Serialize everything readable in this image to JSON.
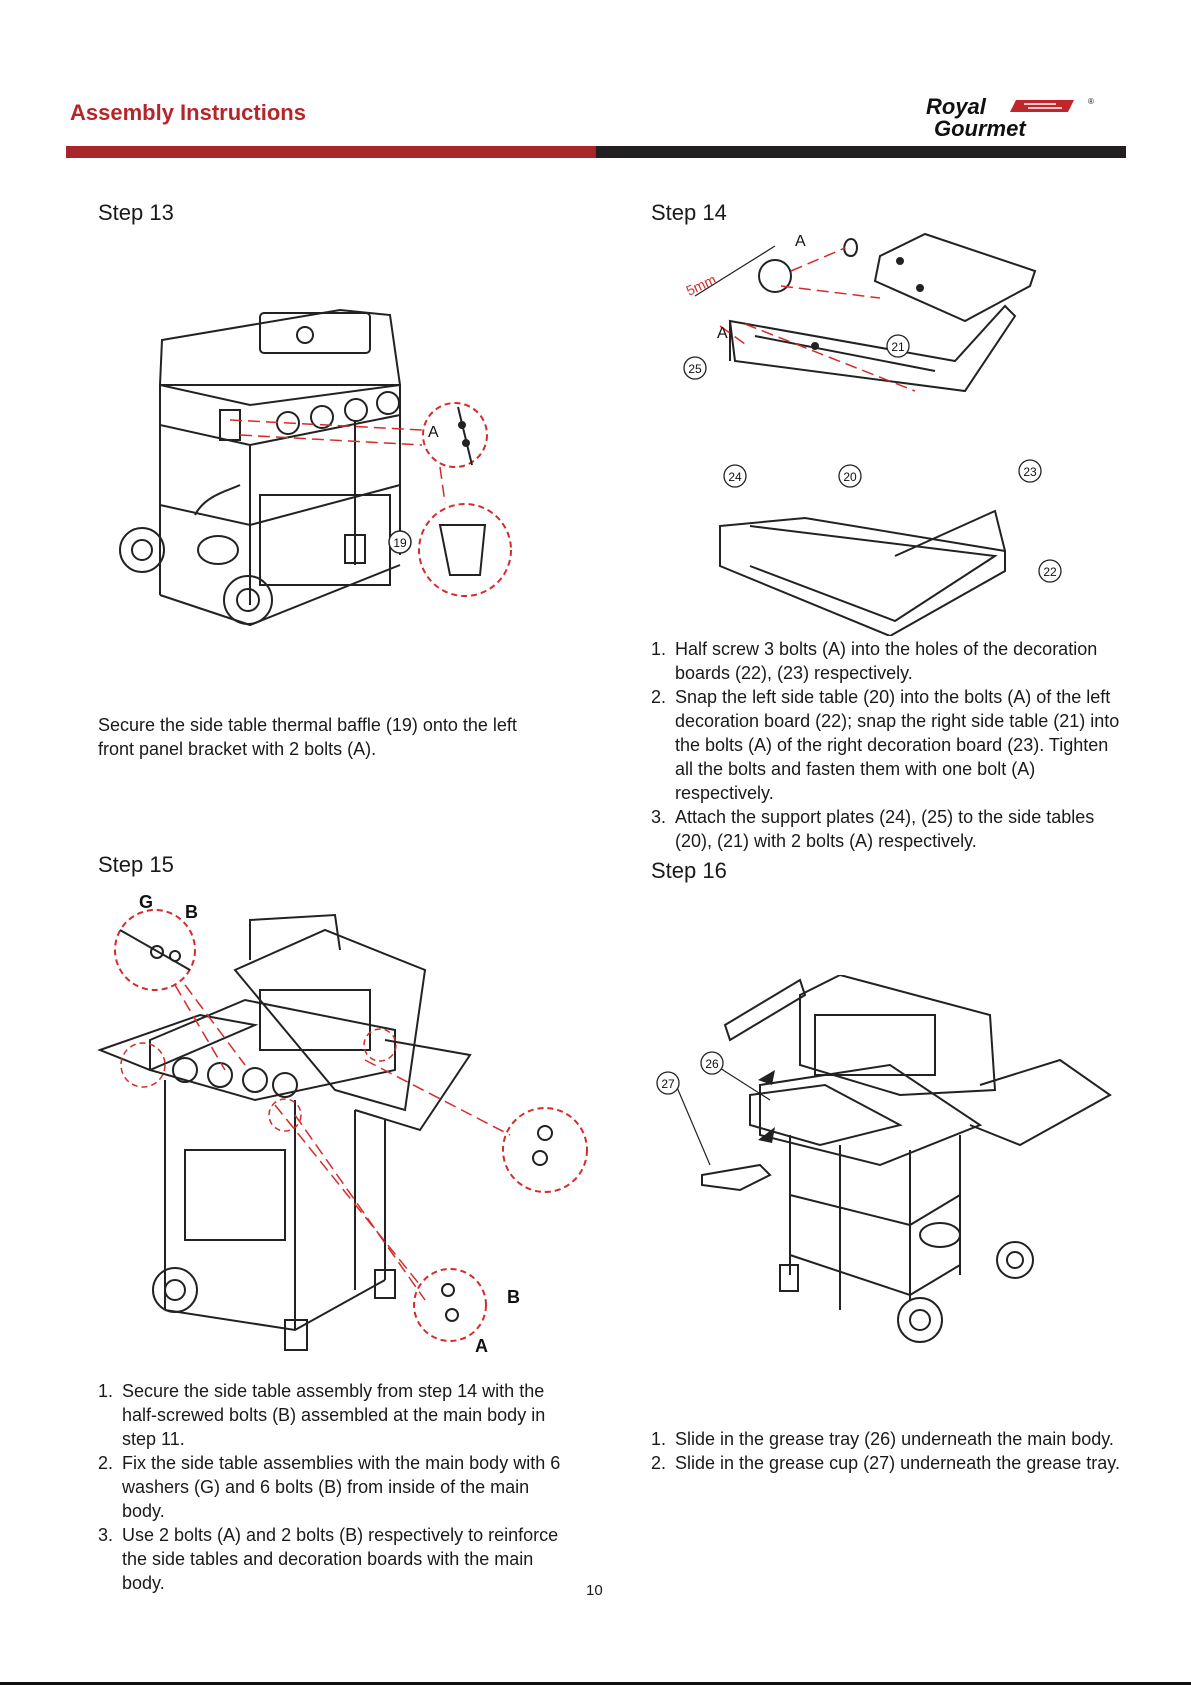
{
  "header": {
    "title": "Assembly Instructions",
    "logo_line1": "Royal",
    "logo_line2": "Gourmet",
    "logo_mark": "®"
  },
  "colors": {
    "accent_red": "#a8252a",
    "dark_bar": "#231f20",
    "leader_red": "#d62b2b"
  },
  "steps": [
    {
      "title": "Step 13",
      "labels": {
        "a": "A",
        "part19": "19"
      },
      "text": "Secure the side table thermal baffle (19) onto the left front panel bracket with 2 bolts (A)."
    },
    {
      "title": "Step 14",
      "labels": {
        "a1": "A",
        "a2": "A",
        "dim": "5mm",
        "p21": "21",
        "p25": "25",
        "p23": "23",
        "p24": "24",
        "p20": "20",
        "p22": "22"
      },
      "items": [
        {
          "n": "1.",
          "text": "Half screw 3 bolts (A) into the holes of the decoration boards (22), (23) respectively."
        },
        {
          "n": "2.",
          "text": "Snap the left side table (20) into the bolts (A) of the left decoration board (22); snap the right side table (21) into the bolts (A) of the right decoration board (23). Tighten all the bolts and fasten them with one bolt (A) respectively."
        },
        {
          "n": "3.",
          "text": "Attach the support plates (24), (25) to the side tables (20), (21) with 2 bolts (A) respectively."
        }
      ]
    },
    {
      "title": "Step 15",
      "labels": {
        "g": "G",
        "b1": "B",
        "b2": "B",
        "a": "A"
      },
      "items": [
        {
          "n": "1.",
          "text": "Secure the side table assembly from step 14 with the half-screwed bolts (B) assembled at the main body in step 11."
        },
        {
          "n": "2.",
          "text": "Fix the side table assemblies with the main body with 6 washers (G) and 6 bolts (B) from inside of the main body."
        },
        {
          "n": "3.",
          "text": "Use 2 bolts (A) and 2 bolts (B) respectively to reinforce the side tables and decoration boards with the main body."
        }
      ]
    },
    {
      "title": "Step 16",
      "labels": {
        "p26": "26",
        "p27": "27"
      },
      "items": [
        {
          "n": "1.",
          "text": "Slide in the grease tray (26) underneath the main body."
        },
        {
          "n": "2.",
          "text": "Slide in the grease cup (27) underneath the grease tray."
        }
      ]
    }
  ],
  "page_number": "10"
}
